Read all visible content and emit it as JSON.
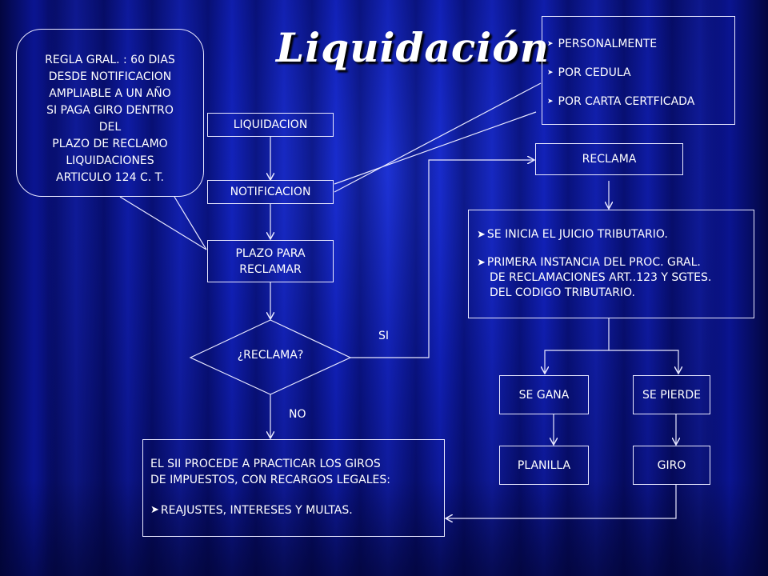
{
  "title": "Liquidación",
  "callout": {
    "lines": [
      "REGLA GRAL. : 60 DIAS",
      "DESDE NOTIFICACION",
      "AMPLIABLE A UN AÑO",
      "SI PAGA GIRO DENTRO",
      "DEL",
      "PLAZO DE RECLAMO",
      "LIQUIDACIONES",
      "ARTICULO 124 C. T."
    ]
  },
  "notification_methods": [
    "PERSONALMENTE",
    "POR CEDULA",
    "POR CARTA CERTFICADA"
  ],
  "nodes": {
    "liquidacion": "LIQUIDACION",
    "notificacion": "NOTIFICACION",
    "plazo_line1": "PLAZO PARA",
    "plazo_line2": "RECLAMAR",
    "decision": "¿RECLAMA?",
    "reclama": "RECLAMA",
    "se_gana": "SE GANA",
    "se_pierde": "SE PIERDE",
    "planilla": "PLANILLA",
    "giro": "GIRO"
  },
  "juicio": {
    "item1": "SE INICIA EL JUICIO TRIBUTARIO.",
    "item2_line1": "PRIMERA INSTANCIA DEL PROC. GRAL.",
    "item2_line2": "DE RECLAMACIONES ART..123 Y SGTES.",
    "item2_line3": "DEL CODIGO  TRIBUTARIO."
  },
  "sii": {
    "line1": "EL SII PROCEDE A PRACTICAR LOS GIROS",
    "line2": "DE IMPUESTOS, CON RECARGOS LEGALES:",
    "item": "REAJUSTES, INTERESES Y  MULTAS."
  },
  "edge_labels": {
    "yes": "SI",
    "no": "NO"
  },
  "colors": {
    "background": "#0d1ba8",
    "line": "#e8e8ff",
    "text": "#ffffff"
  }
}
